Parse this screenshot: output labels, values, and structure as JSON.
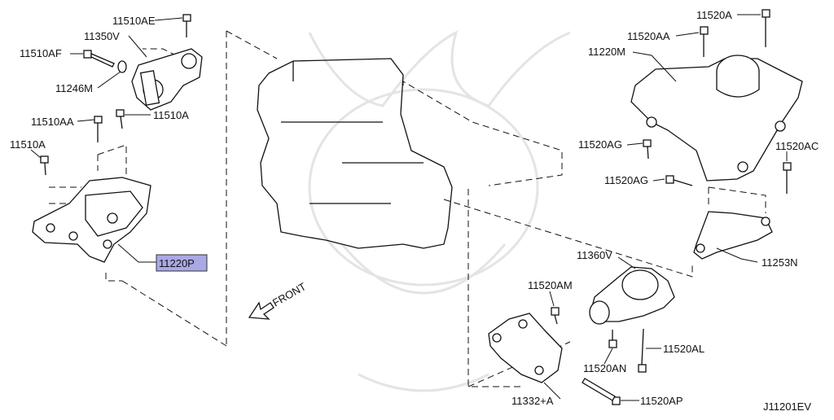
{
  "diagram": {
    "code": "J11201EV",
    "front": "FRONT",
    "highlight_color": "#a9a9e6",
    "labels": {
      "p11510AE": "11510AE",
      "p11350V": "11350V",
      "p11510AF": "11510AF",
      "p11246M": "11246M",
      "p11510AA": "11510AA",
      "p11510A_l": "11510A",
      "p11510A_r": "11510A",
      "p11220P": "11220P",
      "p11520A": "11520A",
      "p11520AA": "11520AA",
      "p11220M": "11220M",
      "p11520AG_1": "11520AG",
      "p11520AC": "11520AC",
      "p11520AG_2": "11520AG",
      "p11253N": "11253N",
      "p11360V": "11360V",
      "p11520AM": "11520AM",
      "p11520AN": "11520AN",
      "p11520AL": "11520AL",
      "p11332A": "11332+A",
      "p11520AP": "11520AP"
    }
  }
}
